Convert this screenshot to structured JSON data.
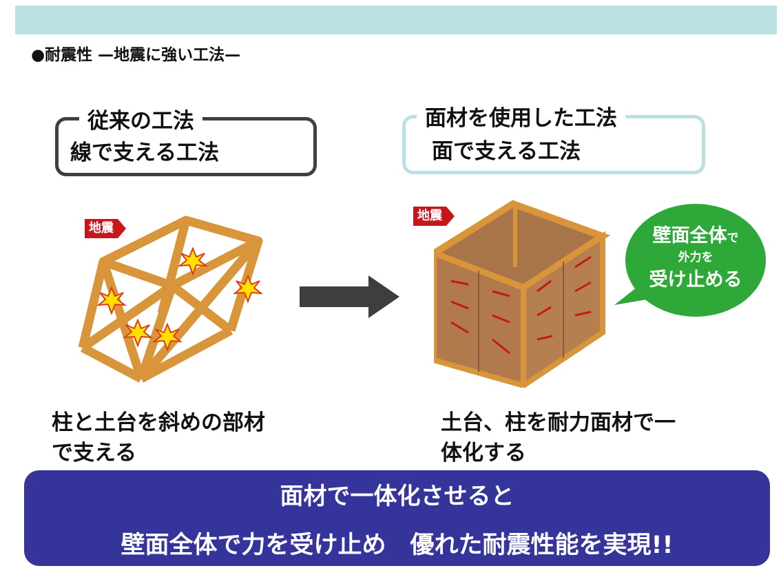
{
  "heading": "●耐震性 —地震に強い工法—",
  "left": {
    "title": "従来の工法",
    "subtitle": "線で支える工法",
    "tag": "地震",
    "caption_line1": "柱と土台を斜めの部材",
    "caption_line2": "で支える"
  },
  "right": {
    "title": "面材を使用した工法",
    "subtitle": "面で支える工法",
    "tag": "地震",
    "bubble_line1": "壁面全体",
    "bubble_line1_small": "で",
    "bubble_line2": "外力を",
    "bubble_line3": "受け止める",
    "caption_line1": "土台、柱を耐力面材で一",
    "caption_line2": "体化する"
  },
  "banner": {
    "line1": "面材で一体化させると",
    "line2": "壁面全体で力を受け止め　優れた耐震性能を実現!!"
  },
  "colors": {
    "band": "#b9e0e3",
    "banner": "#35349a",
    "tag": "#c8161d",
    "bubble": "#2ea838",
    "wood": "#d9953a"
  }
}
